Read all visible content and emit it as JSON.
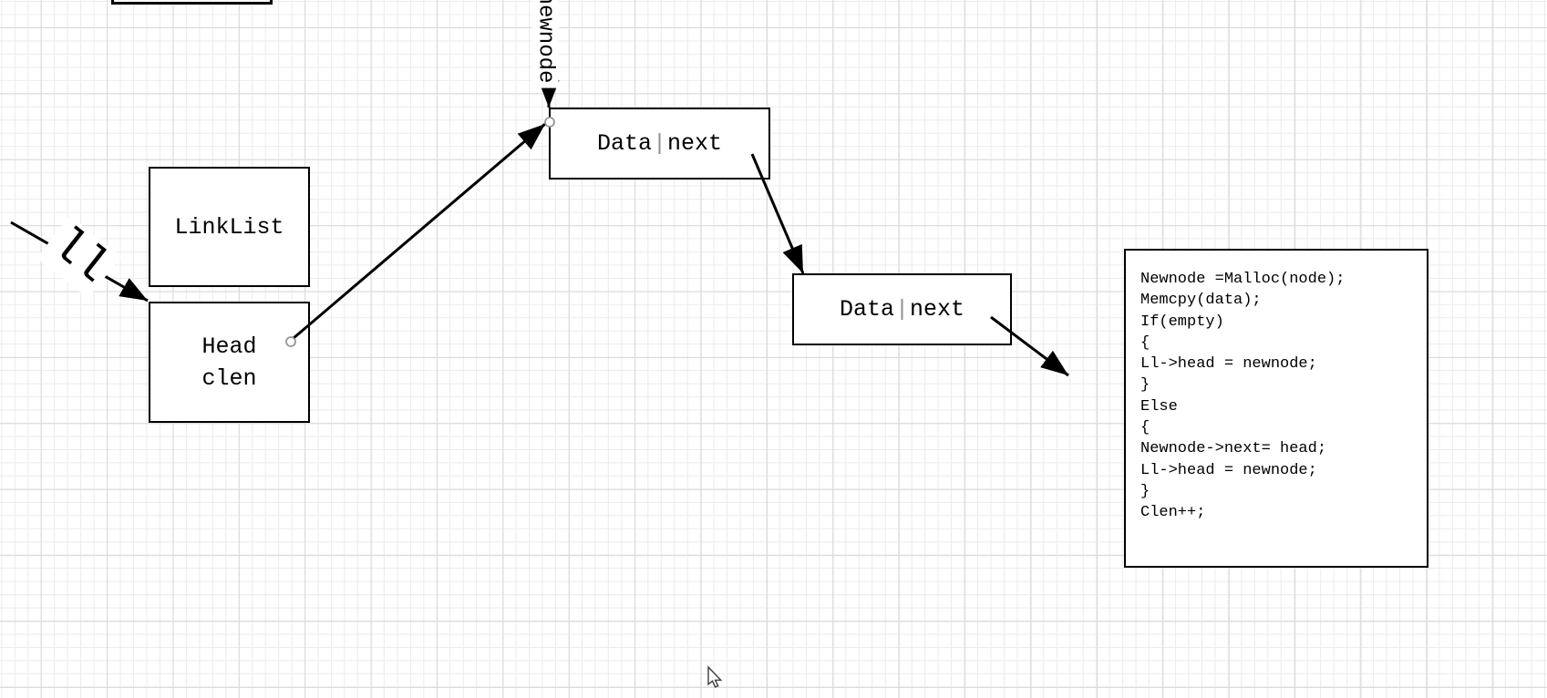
{
  "canvas": {
    "background_color": "#ffffff",
    "grid_minor_color": "#ebebeb",
    "grid_major_color": "#d8d8d8",
    "stroke_color": "#000000",
    "connection_point_color": "#979797"
  },
  "nodes": {
    "linklist_box": {
      "label": "LinkList"
    },
    "head_box": {
      "line1": "Head",
      "line2": "clen"
    },
    "data_box_1": {
      "data": "Data",
      "pipe": "|",
      "next": "next"
    },
    "data_box_2": {
      "data": "Data",
      "pipe": "|",
      "next": "next"
    },
    "code_box": {
      "lines": [
        "Newnode =Malloc(node);",
        "Memcpy(data);",
        "If(empty)",
        "{",
        "Ll->head = newnode;",
        "}",
        "Else",
        "{",
        "Newnode->next= head;",
        "Ll->head = newnode;",
        "}",
        "Clen++;"
      ]
    }
  },
  "edge_labels": {
    "ll": "ll",
    "newnode": "newnode"
  }
}
